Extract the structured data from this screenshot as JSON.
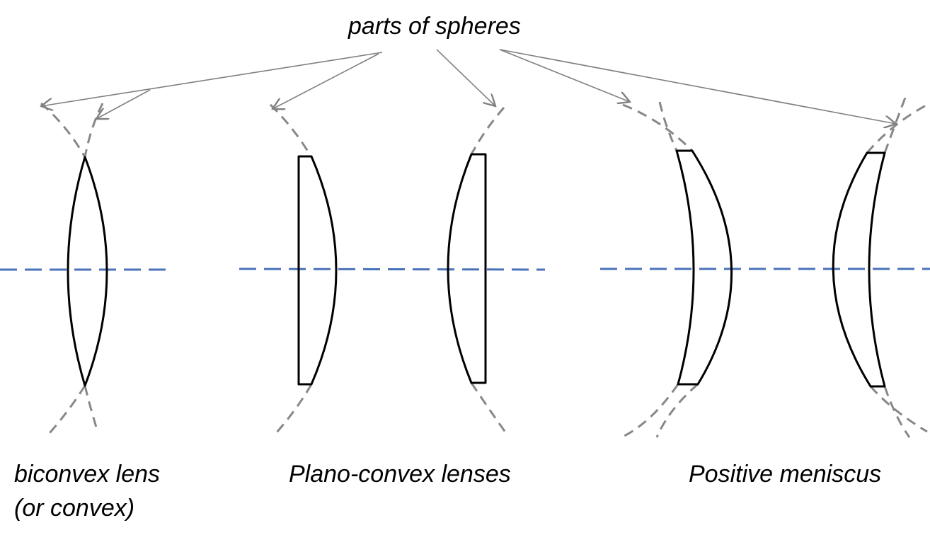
{
  "labels": {
    "top": "parts of spheres",
    "biconvex": "biconvex lens",
    "biconvex_sub": "(or convex)",
    "plano_convex": "Plano-convex lenses",
    "meniscus": "Positive meniscus"
  },
  "colors": {
    "axis": "#4a72b8",
    "sphere_arc": "#888888",
    "lens": "#000000",
    "arrow": "#808080"
  }
}
